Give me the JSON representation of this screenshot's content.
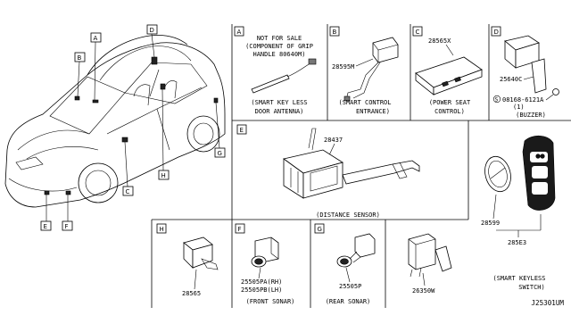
{
  "diagram_code": "J25301UM",
  "car_callouts": [
    "A",
    "B",
    "C",
    "D",
    "E",
    "F",
    "G",
    "H"
  ],
  "panels": {
    "A": {
      "tag": "A",
      "lines": [
        "NOT FOR SALE",
        "(COMPONENT OF GRIP",
        "HANDLE 80640M)"
      ],
      "caption_1": "(SMART KEY LESS",
      "caption_2": "DOOR ANTENNA)"
    },
    "B": {
      "tag": "B",
      "part": "28595M",
      "caption_1": "(SMART CONTROL",
      "caption_2": "ENTRANCE)"
    },
    "C": {
      "tag": "C",
      "part": "28565X",
      "caption_1": "(POWER SEAT",
      "caption_2": "CONTROL)"
    },
    "D": {
      "tag": "D",
      "part": "25640C",
      "bolt": "08168-6121A",
      "bolt_qty": "(1)",
      "bolt_symbol": "S",
      "caption": "(BUZZER)"
    },
    "E": {
      "tag": "E",
      "part": "28437",
      "caption": "(DISTANCE SENSOR)"
    },
    "H": {
      "tag": "H",
      "part": "28565"
    },
    "F": {
      "tag": "F",
      "part_1": "25505PA(RH)",
      "part_2": "25505PB(LH)",
      "caption": "(FRONT SONAR)"
    },
    "G": {
      "tag": "G",
      "part": "25505P",
      "caption": "(REAR SONAR)"
    },
    "misc": {
      "part": "26350W"
    },
    "key": {
      "part_fob_cover": "28599",
      "part_fob": "285E3",
      "caption_1": "(SMART KEYLESS",
      "caption_2": "SWITCH)"
    }
  }
}
